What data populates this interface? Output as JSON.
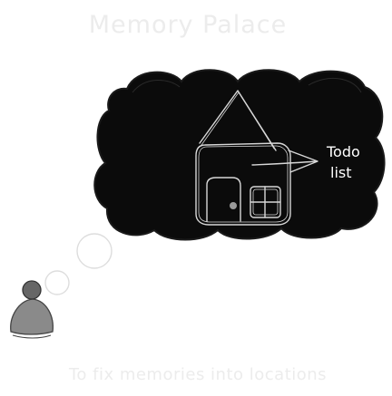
{
  "diagram": {
    "title": "Memory Palace",
    "caption": "To fix memories into locations",
    "note_line1": "Todo",
    "note_line2": "list",
    "icons": [
      "thought-cloud-icon",
      "house-icon",
      "arrow-icon",
      "person-icon",
      "thought-bubble-icon"
    ],
    "colors": {
      "cloud_fill": "#0b0b0b",
      "cloud_stroke": "#1a1a1a",
      "line_light": "#d8d8d8",
      "person_fill": "#8a8a8a",
      "person_stroke": "#444444",
      "bubble_stroke": "#dddddd",
      "faint_text": "#ececec"
    }
  }
}
